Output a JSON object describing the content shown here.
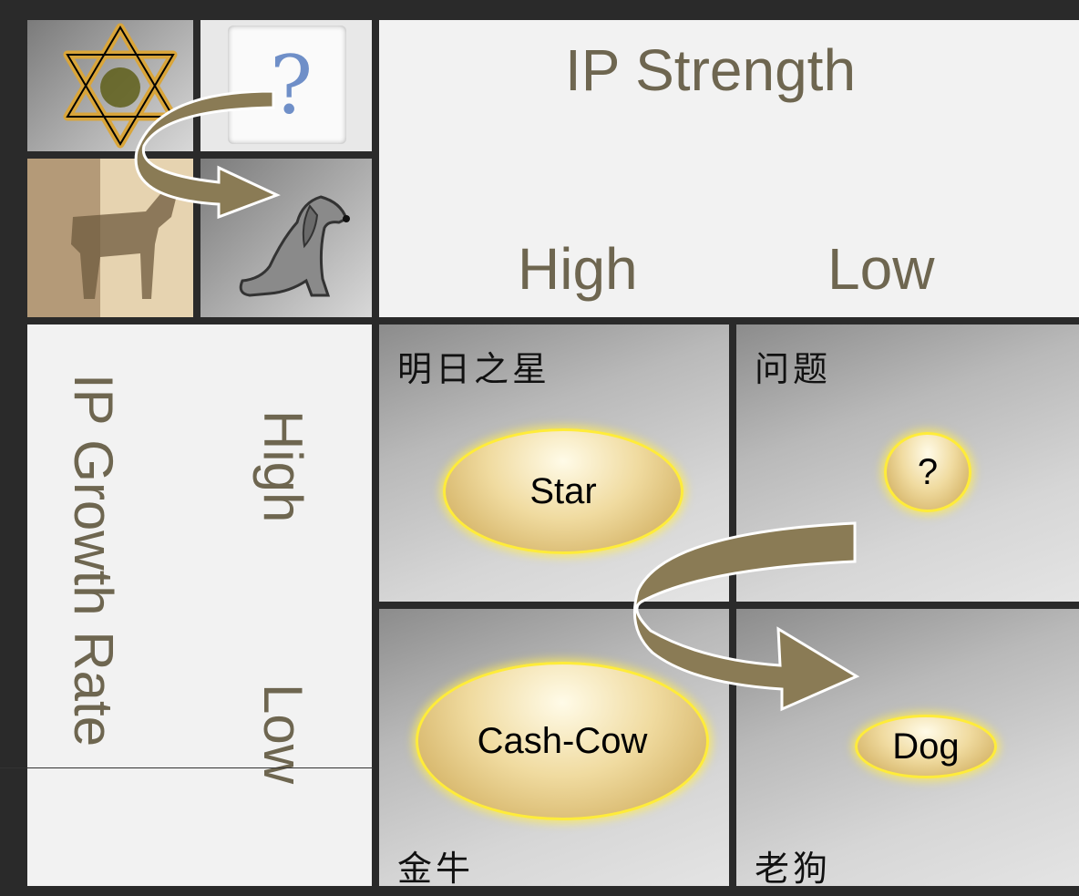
{
  "header": {
    "title": "IP Strength",
    "col_high": "High",
    "col_low": "Low"
  },
  "side": {
    "title": "IP Growth Rate",
    "row_high": "High",
    "row_low": "Low"
  },
  "quadrants": {
    "top_left": {
      "cn_label": "明日之星",
      "oval_label": "Star"
    },
    "top_right": {
      "cn_label": "问题",
      "oval_label": "?"
    },
    "bottom_left": {
      "cn_label": "金牛",
      "oval_label": "Cash-Cow"
    },
    "bottom_right": {
      "cn_label": "老狗",
      "oval_label": "Dog"
    }
  },
  "icons": {
    "star": "star-of-david-icon",
    "question": "question-mark-icon",
    "cow": "cow-icon",
    "dog": "dog-icon",
    "arrow": "curved-arrow-icon"
  },
  "colors": {
    "label_text": "#6e6650",
    "oval_border": "#ffec3a",
    "arrow": "#8a7b55"
  },
  "mini_question": "?"
}
